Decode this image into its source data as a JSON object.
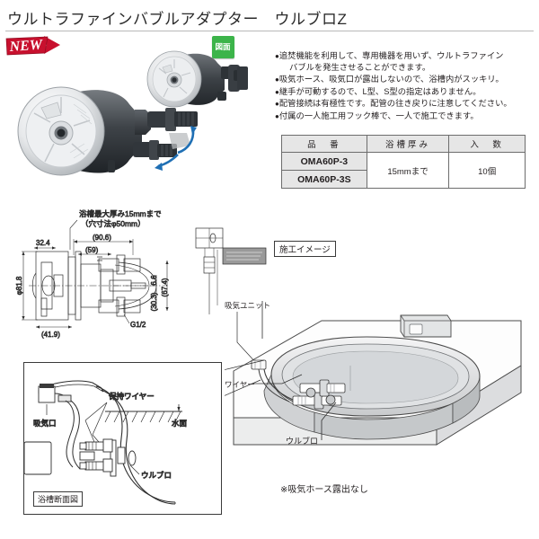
{
  "header": {
    "title": "ウルトラファインバブルアダプター　ウルブロZ",
    "new_badge_label": "NEW",
    "drawing_icon_label": "図面"
  },
  "features": {
    "bullets": [
      {
        "line1": "追焚機能を利用して、専用機器を用いず、ウルトラファイン",
        "line2": "バブルを発生させることができます。"
      },
      {
        "line1": "吸気ホース、吸気口が露出しないので、浴槽内がスッキリ。",
        "line2": ""
      },
      {
        "line1": "継手が可動するので、L型、S型の指定はありません。",
        "line2": ""
      },
      {
        "line1": "配管接続は有極性です。配管の往き戻りに注意してください。",
        "line2": ""
      },
      {
        "line1": "付属の一人施工用フック棒で、一人で施工できます。",
        "line2": ""
      }
    ],
    "bullet_marker": "●"
  },
  "spec_table": {
    "headers": [
      "品　番",
      "浴槽厚み",
      "入　数"
    ],
    "rows": [
      {
        "part_number": "OMA60P-3"
      },
      {
        "part_number": "OMA60P-3S"
      }
    ],
    "thickness": "15mmまで",
    "quantity": "10個"
  },
  "dimension_drawing": {
    "callout_line1": "浴槽最大厚み15mmまで",
    "callout_line2": "（穴寸法φ50mm）",
    "dims": {
      "overall_width": "(90.6)",
      "inner_width": "(59)",
      "left_depth": "32.4",
      "diameter": "φ81.8",
      "flange_depth": "(41.9)",
      "port_offset": "6.6",
      "port_spacing": "(30.3)",
      "port_height": "(67.4)",
      "thread": "G1/2"
    }
  },
  "cross_section": {
    "box_label": "浴槽断面図",
    "labels": {
      "wire": "保持ワイヤー",
      "intake_port": "吸気口",
      "water_surface": "水面",
      "product": "ウルブロ"
    }
  },
  "installation": {
    "tag": "施工イメージ",
    "labels": {
      "intake_unit": "吸気ユニット",
      "wire": "ワイヤー",
      "product": "ウルブロ"
    },
    "note": "※吸気ホース露出なし"
  },
  "colors": {
    "accent_green": "#3cb44a",
    "new_red": "#c8102e",
    "arrow_blue": "#1f6fb4",
    "table_header_bg": "#e6e6e6",
    "line": "#3a3a3a"
  }
}
